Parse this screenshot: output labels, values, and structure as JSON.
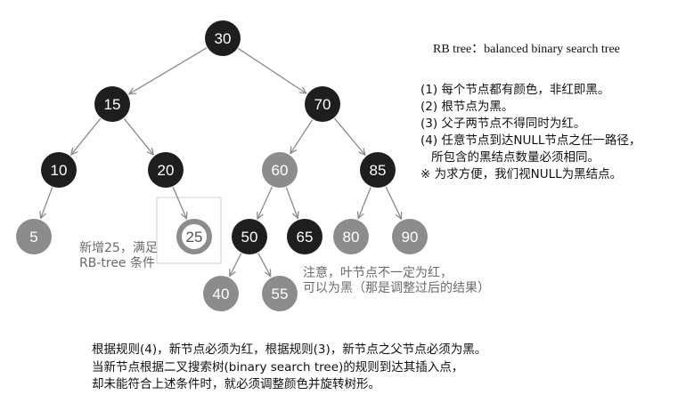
{
  "title": "RB tree：balanced binary search tree",
  "rules": [
    "(1) 每个节点都有颜色，非红即黑。",
    "(2) 根节点为黑。",
    "(3) 父子两节点不得同时为红。",
    "(4) 任意节点到达NULL节点之任一路径，",
    "所包含的黑结点数量必须相同。",
    "※ 为求方便，我们视NULL为黑结点。"
  ],
  "annotation_new": [
    "新增25，满足",
    "RB-tree 条件"
  ],
  "annotation_leaf": [
    "注意，叶节点不一定为红，",
    "可以为黑（那是调整过后的结果）"
  ],
  "bottom_text": [
    "根据规则(4)，新节点必须为红，根据规则(3)，新节点之父节点必须为黑。",
    "当新节点根据二叉搜索树(binary search tree)的规则到达其插入点，",
    "却未能符合上述条件时，就必须调整颜色并旋转树形。"
  ],
  "colors": {
    "black_node": "#1e1e1e",
    "red_node": "#8c8c8c",
    "new_node_ring": "#8c8c8c",
    "edge": "#8a8a8a"
  },
  "tree": {
    "nodes": [
      {
        "id": "n30",
        "label": "30",
        "color": "black"
      },
      {
        "id": "n15",
        "label": "15",
        "color": "black"
      },
      {
        "id": "n70",
        "label": "70",
        "color": "black"
      },
      {
        "id": "n10",
        "label": "10",
        "color": "black"
      },
      {
        "id": "n20",
        "label": "20",
        "color": "black"
      },
      {
        "id": "n60",
        "label": "60",
        "color": "red"
      },
      {
        "id": "n85",
        "label": "85",
        "color": "black"
      },
      {
        "id": "n5",
        "label": "5",
        "color": "red"
      },
      {
        "id": "n25",
        "label": "25",
        "color": "new"
      },
      {
        "id": "n50",
        "label": "50",
        "color": "black"
      },
      {
        "id": "n65",
        "label": "65",
        "color": "black"
      },
      {
        "id": "n80",
        "label": "80",
        "color": "red"
      },
      {
        "id": "n90",
        "label": "90",
        "color": "red"
      },
      {
        "id": "n40",
        "label": "40",
        "color": "red"
      },
      {
        "id": "n55",
        "label": "55",
        "color": "red"
      }
    ],
    "edges": [
      [
        "n30",
        "n15"
      ],
      [
        "n30",
        "n70"
      ],
      [
        "n15",
        "n10"
      ],
      [
        "n15",
        "n20"
      ],
      [
        "n70",
        "n60"
      ],
      [
        "n70",
        "n85"
      ],
      [
        "n10",
        "n5"
      ],
      [
        "n20",
        "n25"
      ],
      [
        "n60",
        "n50"
      ],
      [
        "n60",
        "n65"
      ],
      [
        "n85",
        "n80"
      ],
      [
        "n85",
        "n90"
      ],
      [
        "n50",
        "n40"
      ],
      [
        "n50",
        "n55"
      ]
    ]
  }
}
